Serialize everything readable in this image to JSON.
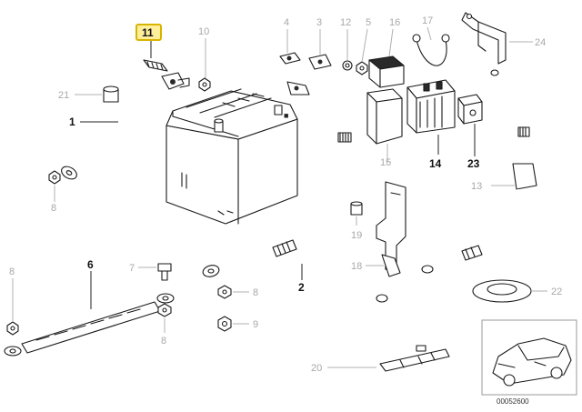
{
  "labels": {
    "c1": "1",
    "c2": "2",
    "c3": "3",
    "c4": "4",
    "c5": "5",
    "c6": "6",
    "c7": "7",
    "c8a": "8",
    "c8b": "8",
    "c8c": "8",
    "c8d": "8",
    "c9": "9",
    "c10": "10",
    "c11": "11",
    "c12": "12",
    "c13": "13",
    "c14": "14",
    "c15": "15",
    "c16": "16",
    "c17": "17",
    "c18": "18",
    "c19": "19",
    "c20": "20",
    "c21": "21",
    "c22": "22",
    "c23": "23",
    "c24": "24"
  },
  "footer": {
    "code": "00052600"
  },
  "colors": {
    "highlight": "#ffef9a",
    "highlight_border": "#d8b400",
    "muted_label": "#a8a8a8"
  }
}
